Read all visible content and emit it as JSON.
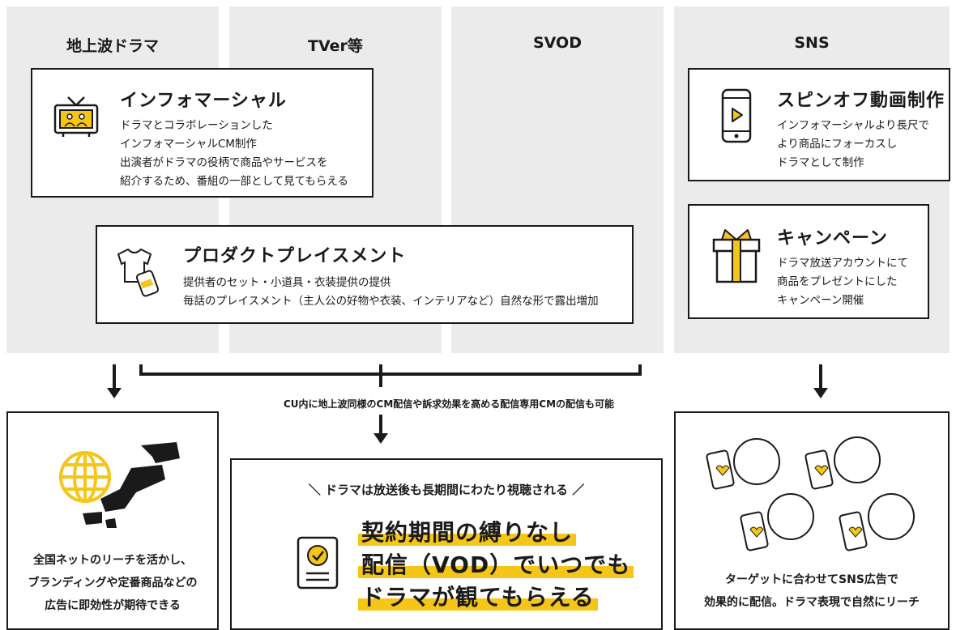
{
  "columns": [
    {
      "label": "地上波ドラマ"
    },
    {
      "label": "TVer等"
    },
    {
      "label": "SVOD"
    },
    {
      "label": "SNS"
    }
  ],
  "infomercial": {
    "title": "インフォマーシャル",
    "lines": [
      "ドラマとコラボレーションした",
      "インフォマーシャルCM制作",
      "出演者がドラマの役柄で商品やサービスを",
      "紹介するため、番組の一部として見てもらえる"
    ]
  },
  "placement": {
    "title": "プロダクトプレイスメント",
    "lines": [
      "提供者のセット・小道具・衣装提供の提供",
      "毎話のプレイスメント（主人公の好物や衣装、インテリアなど）自然な形で露出増加"
    ]
  },
  "spinoff": {
    "title": "スピンオフ動画制作",
    "lines": [
      "インフォマーシャルより長尺で",
      "より商品にフォーカスし",
      "ドラマとして制作"
    ]
  },
  "campaign": {
    "title": "キャンペーン",
    "lines": [
      "ドラマ放送アカウントにて",
      "商品をプレゼントにした",
      "キャンペーン開催"
    ]
  },
  "cu_note": "CU内に地上波同様のCM配信や訴求効果を高める配信専用CMの配信も可能",
  "left_result": {
    "lines": [
      "全国ネットのリーチを活かし、",
      "ブランディングや定番商品などの",
      "広告に即効性が期待できる"
    ]
  },
  "center_result": {
    "caption": "ドラマは放送後も長期間にわたり視聴される",
    "headline": [
      "契約期間の縛りなし",
      "配信（VOD）でいつでも",
      "ドラマが観てもらえる"
    ]
  },
  "right_result": {
    "lines": [
      "ターゲットに合わせてSNS広告で",
      "効果的に配信。ドラマ表現で自然にリーチ"
    ]
  },
  "colors": {
    "accent": "#f5c518",
    "ink": "#1a1a1a",
    "column_bg": "#ebebeb"
  },
  "icons": [
    "tv-icon",
    "tshirt-can-icon",
    "smartphone-play-icon",
    "gift-icon",
    "globe-icon",
    "japan-map-icon",
    "document-check-icon",
    "phones-faces-icon"
  ]
}
